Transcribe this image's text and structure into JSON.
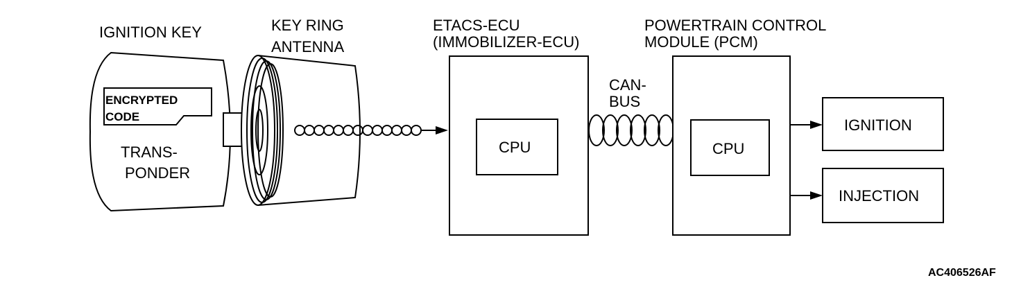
{
  "labels": {
    "ignition_key": "IGNITION KEY",
    "key_ring_line1": "KEY RING",
    "key_ring_line2": "ANTENNA",
    "etacs_line1": "ETACS-ECU",
    "etacs_line2": "(IMMOBILIZER-ECU)",
    "pcm_line1": "POWERTRAIN  CONTROL",
    "pcm_line2": "MODULE (PCM)",
    "can_line1": "CAN-",
    "can_line2": "BUS"
  },
  "key": {
    "encrypted_line1": "ENCRYPTED",
    "encrypted_line2": "CODE",
    "transponder_line1": "TRANS-",
    "transponder_line2": "PONDER"
  },
  "etacs": {
    "cpu": "CPU"
  },
  "pcm": {
    "cpu": "CPU"
  },
  "outputs": {
    "ignition": "IGNITION",
    "injection": "INJECTION"
  },
  "figure_code": "AC406526AF"
}
